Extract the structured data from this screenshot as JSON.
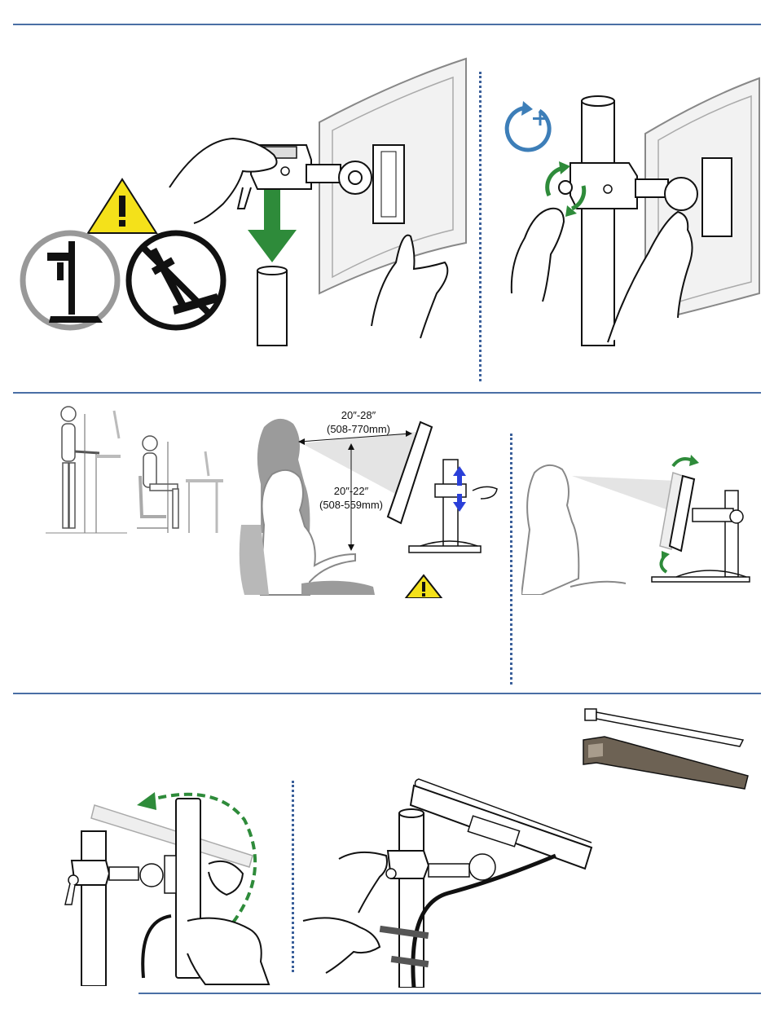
{
  "dimensions": {
    "standing_distance": "20″-28″",
    "standing_distance_mm": "(508-770mm)",
    "seated_height": "20″-22″",
    "seated_height_mm": "(508-559mm)"
  },
  "colors": {
    "rule": "#4a6fa5",
    "dotted_divider": "#3a5f9a",
    "arrow_green": "#2e8b3a",
    "rotate_blue": "#3d7eb8",
    "warning_yellow": "#f4e11a",
    "adjust_arrow_blue": "#2a3fd8"
  },
  "icons": {
    "warning": "warning-triangle-icon",
    "rotate_plus": "rotate-tighten-icon",
    "allowed": "stand-upright-allowed-icon",
    "prohibited": "stand-tipped-prohibited-icon"
  }
}
